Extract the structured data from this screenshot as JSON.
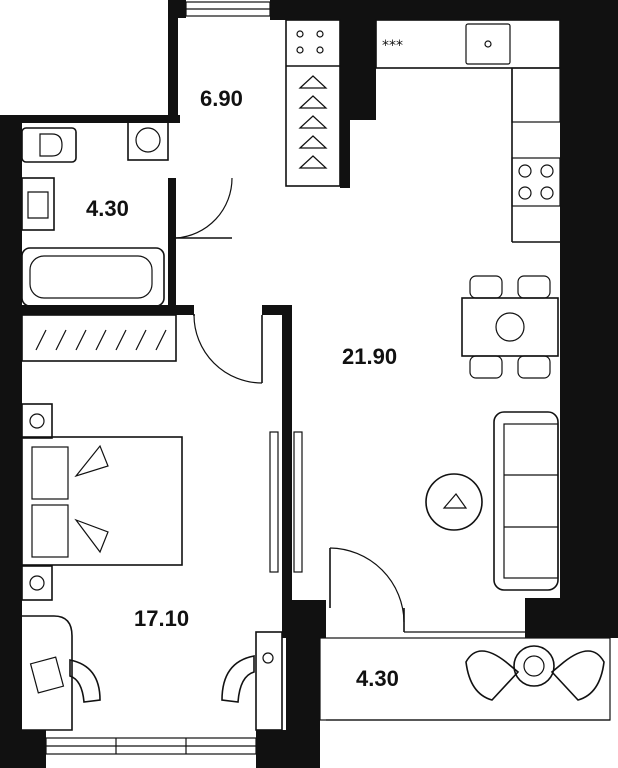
{
  "rooms": [
    {
      "id": "wardrobe",
      "area": "6.90"
    },
    {
      "id": "bathroom",
      "area": "4.30"
    },
    {
      "id": "kitchen-living",
      "area": "21.90"
    },
    {
      "id": "bedroom",
      "area": "17.10"
    },
    {
      "id": "balcony",
      "area": "4.30"
    }
  ],
  "symbols": {
    "stove_dots": "***",
    "colors": {
      "wall": "#111111",
      "background": "#ffffff"
    }
  }
}
